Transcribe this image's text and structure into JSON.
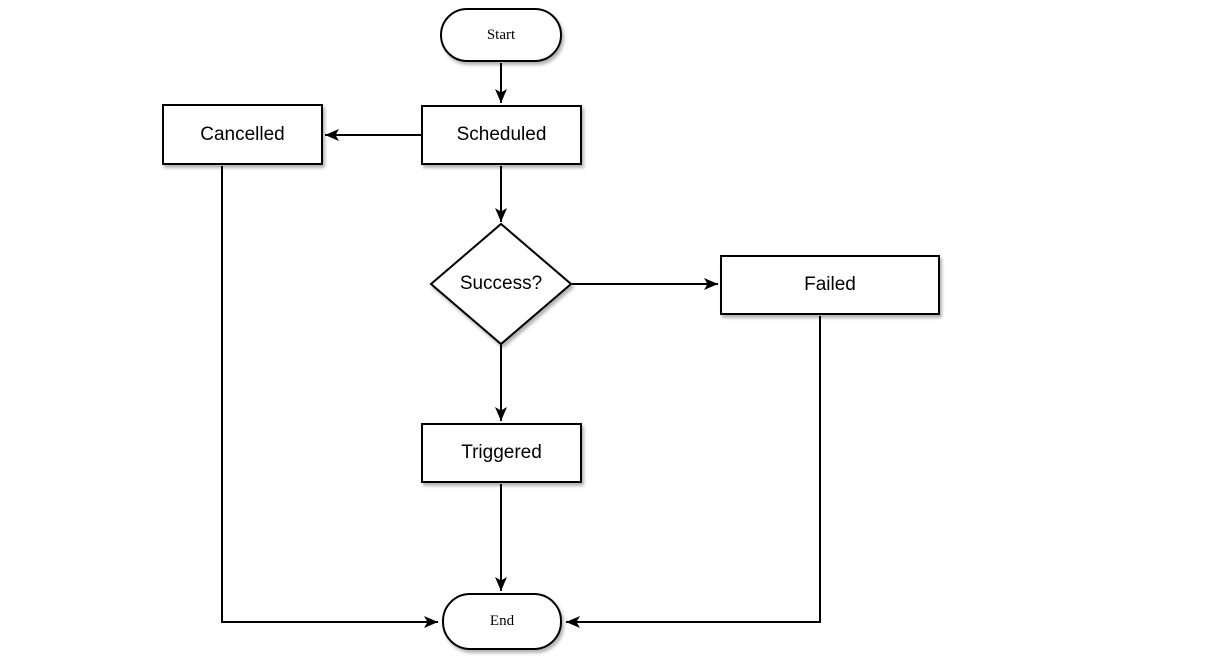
{
  "diagram": {
    "type": "flowchart",
    "background": "#ffffff",
    "colors": {
      "stroke": "#000000",
      "node_fill": "#ffffff",
      "text": "#000000",
      "shadow": "#999999"
    },
    "nodes": {
      "start": {
        "label": "Start",
        "shape": "terminator"
      },
      "scheduled": {
        "label": "Scheduled",
        "shape": "process"
      },
      "cancelled": {
        "label": "Cancelled",
        "shape": "process"
      },
      "success": {
        "label": "Success?",
        "shape": "decision"
      },
      "failed": {
        "label": "Failed",
        "shape": "process"
      },
      "triggered": {
        "label": "Triggered",
        "shape": "process"
      },
      "end": {
        "label": "End",
        "shape": "terminator"
      }
    },
    "edges": [
      {
        "from": "Start",
        "to": "Scheduled"
      },
      {
        "from": "Scheduled",
        "to": "Cancelled"
      },
      {
        "from": "Scheduled",
        "to": "Success?"
      },
      {
        "from": "Success?",
        "to": "Failed"
      },
      {
        "from": "Success?",
        "to": "Triggered"
      },
      {
        "from": "Triggered",
        "to": "End"
      },
      {
        "from": "Cancelled",
        "to": "End"
      },
      {
        "from": "Failed",
        "to": "End"
      }
    ]
  }
}
